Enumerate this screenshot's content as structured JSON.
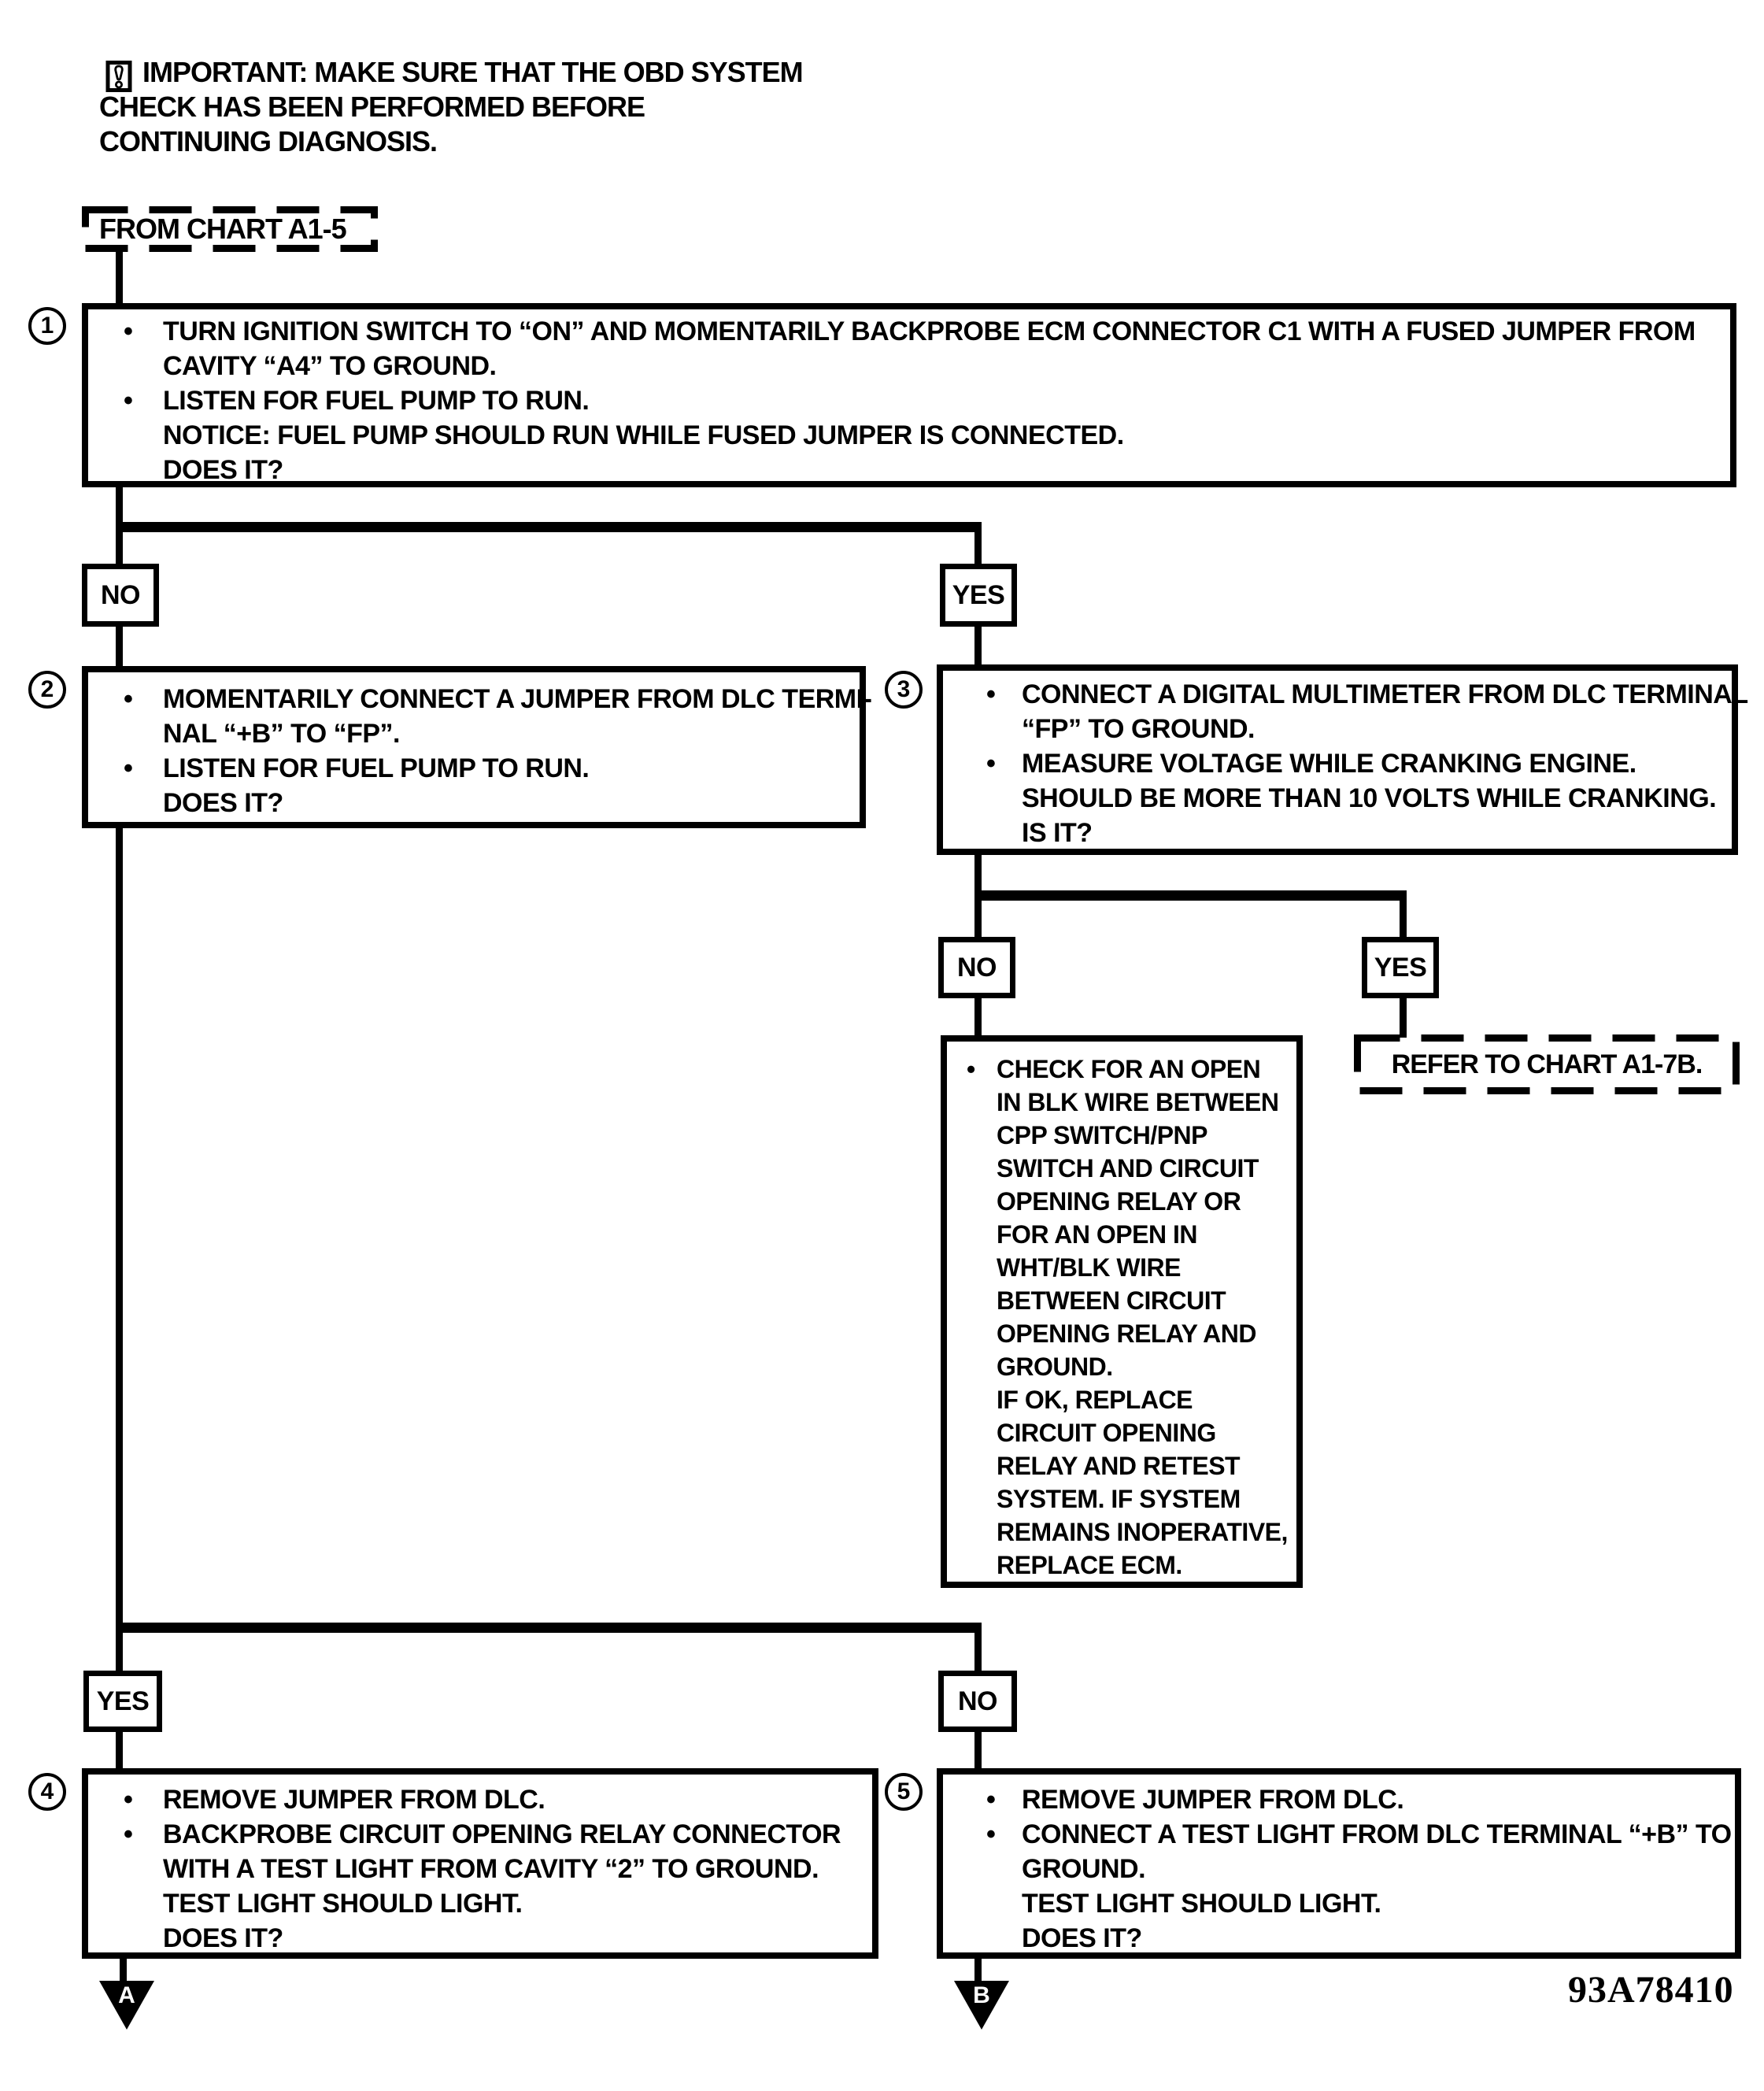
{
  "colors": {
    "ink": "#000000",
    "paper": "#ffffff"
  },
  "note": {
    "icon": "important-exclamation-icon",
    "lines": [
      "IMPORTANT:  MAKE SURE THAT THE OBD SYSTEM",
      "CHECK HAS BEEN PERFORMED BEFORE",
      "CONTINUING DIAGNOSIS."
    ]
  },
  "entry": {
    "label": "FROM CHART A1-5"
  },
  "steps": {
    "s1": {
      "number": "1",
      "lines": [
        {
          "bullet": true,
          "text": "TURN IGNITION SWITCH TO “ON” AND MOMENTARILY BACKPROBE ECM CONNECTOR C1 WITH A FUSED JUMPER FROM"
        },
        {
          "bullet": false,
          "text": "CAVITY “A4” TO GROUND."
        },
        {
          "bullet": true,
          "text": "LISTEN FOR FUEL PUMP TO RUN."
        },
        {
          "bullet": false,
          "text": "NOTICE: FUEL PUMP SHOULD RUN WHILE FUSED JUMPER IS CONNECTED."
        },
        {
          "bullet": false,
          "text": "DOES IT?"
        }
      ]
    },
    "s2": {
      "number": "2",
      "lines": [
        {
          "bullet": true,
          "text": "MOMENTARILY CONNECT A JUMPER FROM DLC TERMI-"
        },
        {
          "bullet": false,
          "text": "NAL “+B” TO “FP”."
        },
        {
          "bullet": true,
          "text": "LISTEN FOR FUEL PUMP TO RUN."
        },
        {
          "bullet": false,
          "text": "DOES IT?"
        }
      ]
    },
    "s3": {
      "number": "3",
      "lines": [
        {
          "bullet": true,
          "text": "CONNECT A DIGITAL MULTIMETER FROM DLC TERMINAL"
        },
        {
          "bullet": false,
          "text": "“FP” TO GROUND."
        },
        {
          "bullet": true,
          "text": "MEASURE VOLTAGE WHILE CRANKING ENGINE."
        },
        {
          "bullet": false,
          "text": "SHOULD BE MORE THAN 10 VOLTS WHILE CRANKING."
        },
        {
          "bullet": false,
          "text": "IS IT?"
        }
      ]
    },
    "s4": {
      "number": "4",
      "lines": [
        {
          "bullet": true,
          "text": "REMOVE JUMPER FROM DLC."
        },
        {
          "bullet": true,
          "text": "BACKPROBE CIRCUIT OPENING RELAY CONNECTOR"
        },
        {
          "bullet": false,
          "text": "WITH A TEST LIGHT FROM CAVITY “2” TO GROUND."
        },
        {
          "bullet": false,
          "text": "TEST LIGHT SHOULD LIGHT."
        },
        {
          "bullet": false,
          "text": "DOES IT?"
        }
      ]
    },
    "s5": {
      "number": "5",
      "lines": [
        {
          "bullet": true,
          "text": "REMOVE JUMPER FROM DLC."
        },
        {
          "bullet": true,
          "text": "CONNECT A TEST LIGHT FROM DLC TERMINAL “+B” TO"
        },
        {
          "bullet": false,
          "text": "GROUND."
        },
        {
          "bullet": false,
          "text": "TEST LIGHT SHOULD LIGHT."
        },
        {
          "bullet": false,
          "text": "DOES IT?"
        }
      ]
    }
  },
  "action": {
    "lines": [
      {
        "bullet": true,
        "text": "CHECK FOR AN OPEN"
      },
      {
        "bullet": false,
        "text": "IN BLK WIRE BETWEEN"
      },
      {
        "bullet": false,
        "text": "CPP SWITCH/PNP"
      },
      {
        "bullet": false,
        "text": "SWITCH AND CIRCUIT"
      },
      {
        "bullet": false,
        "text": "OPENING RELAY OR"
      },
      {
        "bullet": false,
        "text": "FOR AN OPEN IN"
      },
      {
        "bullet": false,
        "text": "WHT/BLK WIRE"
      },
      {
        "bullet": false,
        "text": "BETWEEN CIRCUIT"
      },
      {
        "bullet": false,
        "text": "OPENING RELAY AND"
      },
      {
        "bullet": false,
        "text": "GROUND."
      },
      {
        "bullet": false,
        "text": "IF OK, REPLACE"
      },
      {
        "bullet": false,
        "text": "CIRCUIT OPENING"
      },
      {
        "bullet": false,
        "text": "RELAY AND RETEST"
      },
      {
        "bullet": false,
        "text": "SYSTEM. IF SYSTEM"
      },
      {
        "bullet": false,
        "text": "REMAINS INOPERATIVE,"
      },
      {
        "bullet": false,
        "text": "REPLACE ECM."
      }
    ]
  },
  "decisions": {
    "d1_no": "NO",
    "d1_yes": "YES",
    "d3_no": "NO",
    "d3_yes": "YES",
    "d2_yes": "YES",
    "d2_no": "NO"
  },
  "refer": {
    "label": "REFER TO CHART A1-7B."
  },
  "offpage": {
    "a": "A",
    "b": "B"
  },
  "doc_number": "93A78410"
}
